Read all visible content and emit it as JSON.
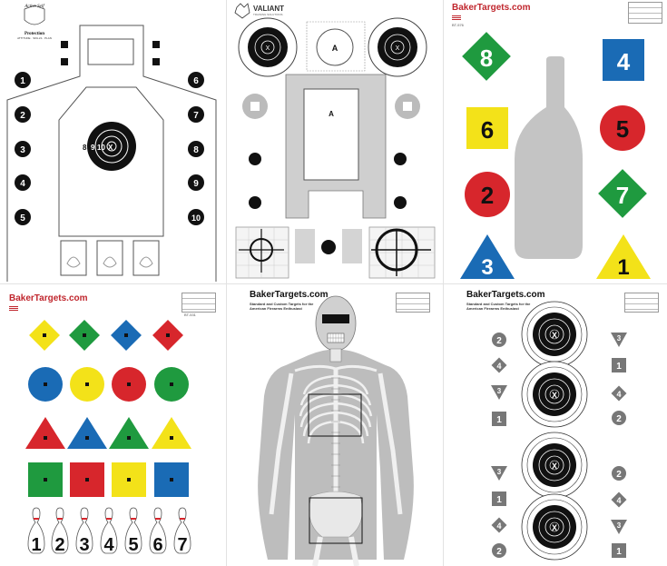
{
  "panels": {
    "active_self": {
      "logo_top": "Active Self",
      "logo_bottom": "Protection",
      "tagline": "ATTITUDE · SKILLS · PLAN",
      "left_numbers": [
        "1",
        "2",
        "3",
        "4",
        "5"
      ],
      "right_numbers": [
        "6",
        "7",
        "8",
        "9",
        "10"
      ],
      "ring_labels": [
        "8",
        "9",
        "10",
        "X"
      ]
    },
    "valiant": {
      "logo": "VALIANT",
      "logo_sub": "TRAINING SOLUTIONS",
      "head_label": "A",
      "body_label": "A",
      "bullseye_label": "X"
    },
    "baker_shapes": {
      "brand": "BakerTargets.com",
      "code": "BT-576",
      "shape_numbers": [
        "8",
        "4",
        "6",
        "5",
        "2",
        "7",
        "3",
        "1"
      ]
    },
    "baker_colors": {
      "brand": "BakerTargets.com",
      "code": "BT-531",
      "pins": [
        "1",
        "2",
        "3",
        "4",
        "5",
        "6",
        "7"
      ]
    },
    "baker_skeleton": {
      "brand": "BakerTargets.com",
      "subtitle_1": "Standard and Custom Targets for the",
      "subtitle_2": "American Firearms Enthusiast"
    },
    "baker_bullseye": {
      "brand": "BakerTargets.com",
      "subtitle_1": "Standard and Custom Targets for the",
      "subtitle_2": "American Firearms Enthusiast",
      "bull_label": "X",
      "left_column": [
        "2",
        "4",
        "3",
        "1",
        "3",
        "1",
        "4",
        "2"
      ],
      "right_column": [
        "3",
        "1",
        "4",
        "2",
        "2",
        "4",
        "3",
        "1"
      ]
    }
  }
}
